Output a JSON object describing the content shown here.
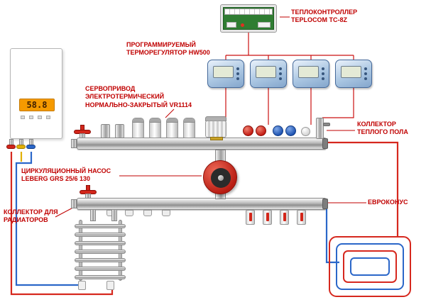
{
  "labels": {
    "controller": [
      "ТЕПЛОКОНТРОЛЛЕР",
      "TEPLOCOM TC-8Z"
    ],
    "thermostat": [
      "ПРОГРАММИРУЕМЫЙ",
      "ТЕРМОРЕГУЛЯТОР HW500"
    ],
    "servo": [
      "СЕРВОПРИВОД",
      "ЭЛЕКТРОТЕРМИЧЕСКИЙ",
      "НОРМАЛЬНО-ЗАКРЫТЫЙ VR1114"
    ],
    "floor_manifold": [
      "КОЛЛЕКТОР",
      "ТЕПЛОГО ПОЛА"
    ],
    "pump": [
      "ЦИРКУЛЯЦИОННЫЙ НАСОС",
      "LEBERG GRS 25/6 130"
    ],
    "radiator_manifold": [
      "КОЛЛЕКТОР ДЛЯ",
      "РАДИАТОРОВ"
    ],
    "euroconus": "ЕВРОКОНУС"
  },
  "boiler": {
    "display": "58.8"
  },
  "colors": {
    "label": "#c00000",
    "hot": "#d6281e",
    "cold": "#2b67c9",
    "gas": "#e2b007",
    "pcb": "#2f7d32",
    "pump_body": "#b71c12"
  }
}
